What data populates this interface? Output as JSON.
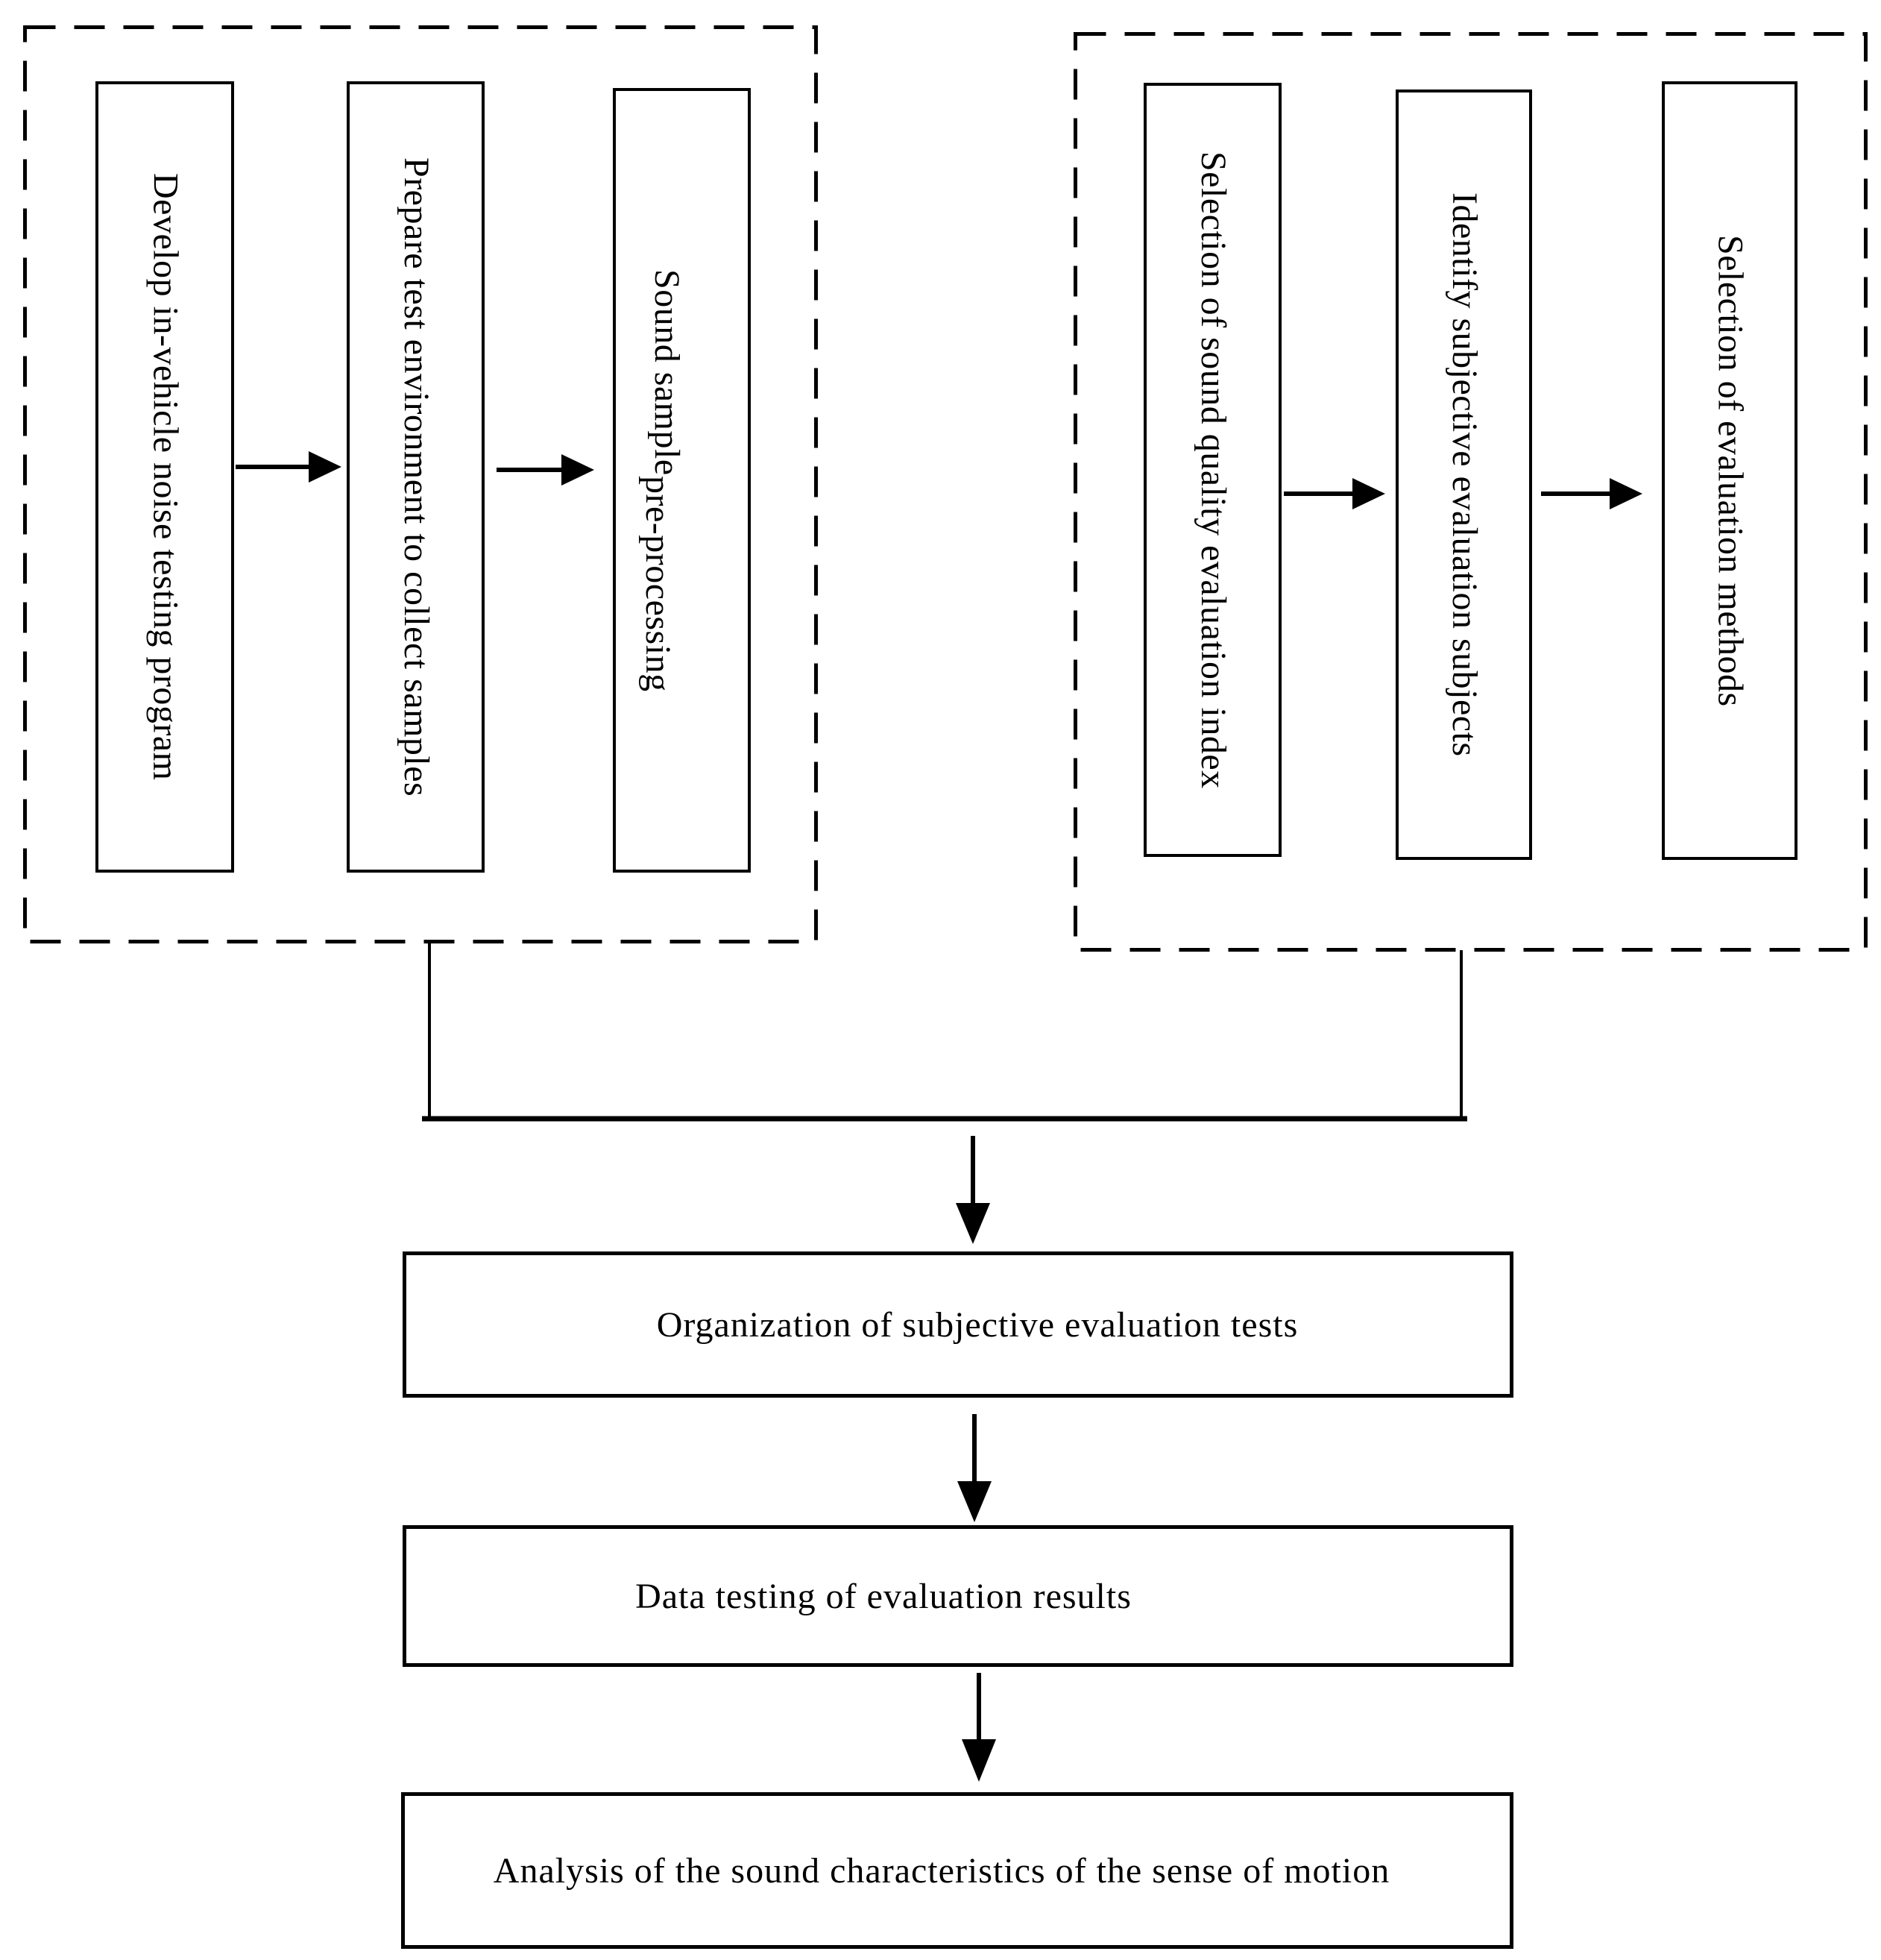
{
  "figure": {
    "colors": {
      "line": "#000000",
      "background": "#ffffff",
      "box_fill": "#ffffff",
      "text": "#000000"
    },
    "left_group": {
      "boxes": [
        {
          "label": "Develop in-vehicle noise testing program"
        },
        {
          "label": "Prepare test environment to collect samples"
        },
        {
          "label": "Sound sample",
          "label2": "pre-processing"
        }
      ]
    },
    "right_group": {
      "boxes": [
        {
          "label": "Selection of sound quality evaluation index"
        },
        {
          "label": "Identify subjective evaluation subjects"
        },
        {
          "label": "Selection of evaluation methods"
        }
      ]
    },
    "flow_boxes": [
      {
        "label": "Organization of subjective evaluation tests"
      },
      {
        "label": "Data testing of evaluation results"
      },
      {
        "label": "Analysis of the sound characteristics of the sense of motion"
      }
    ]
  }
}
